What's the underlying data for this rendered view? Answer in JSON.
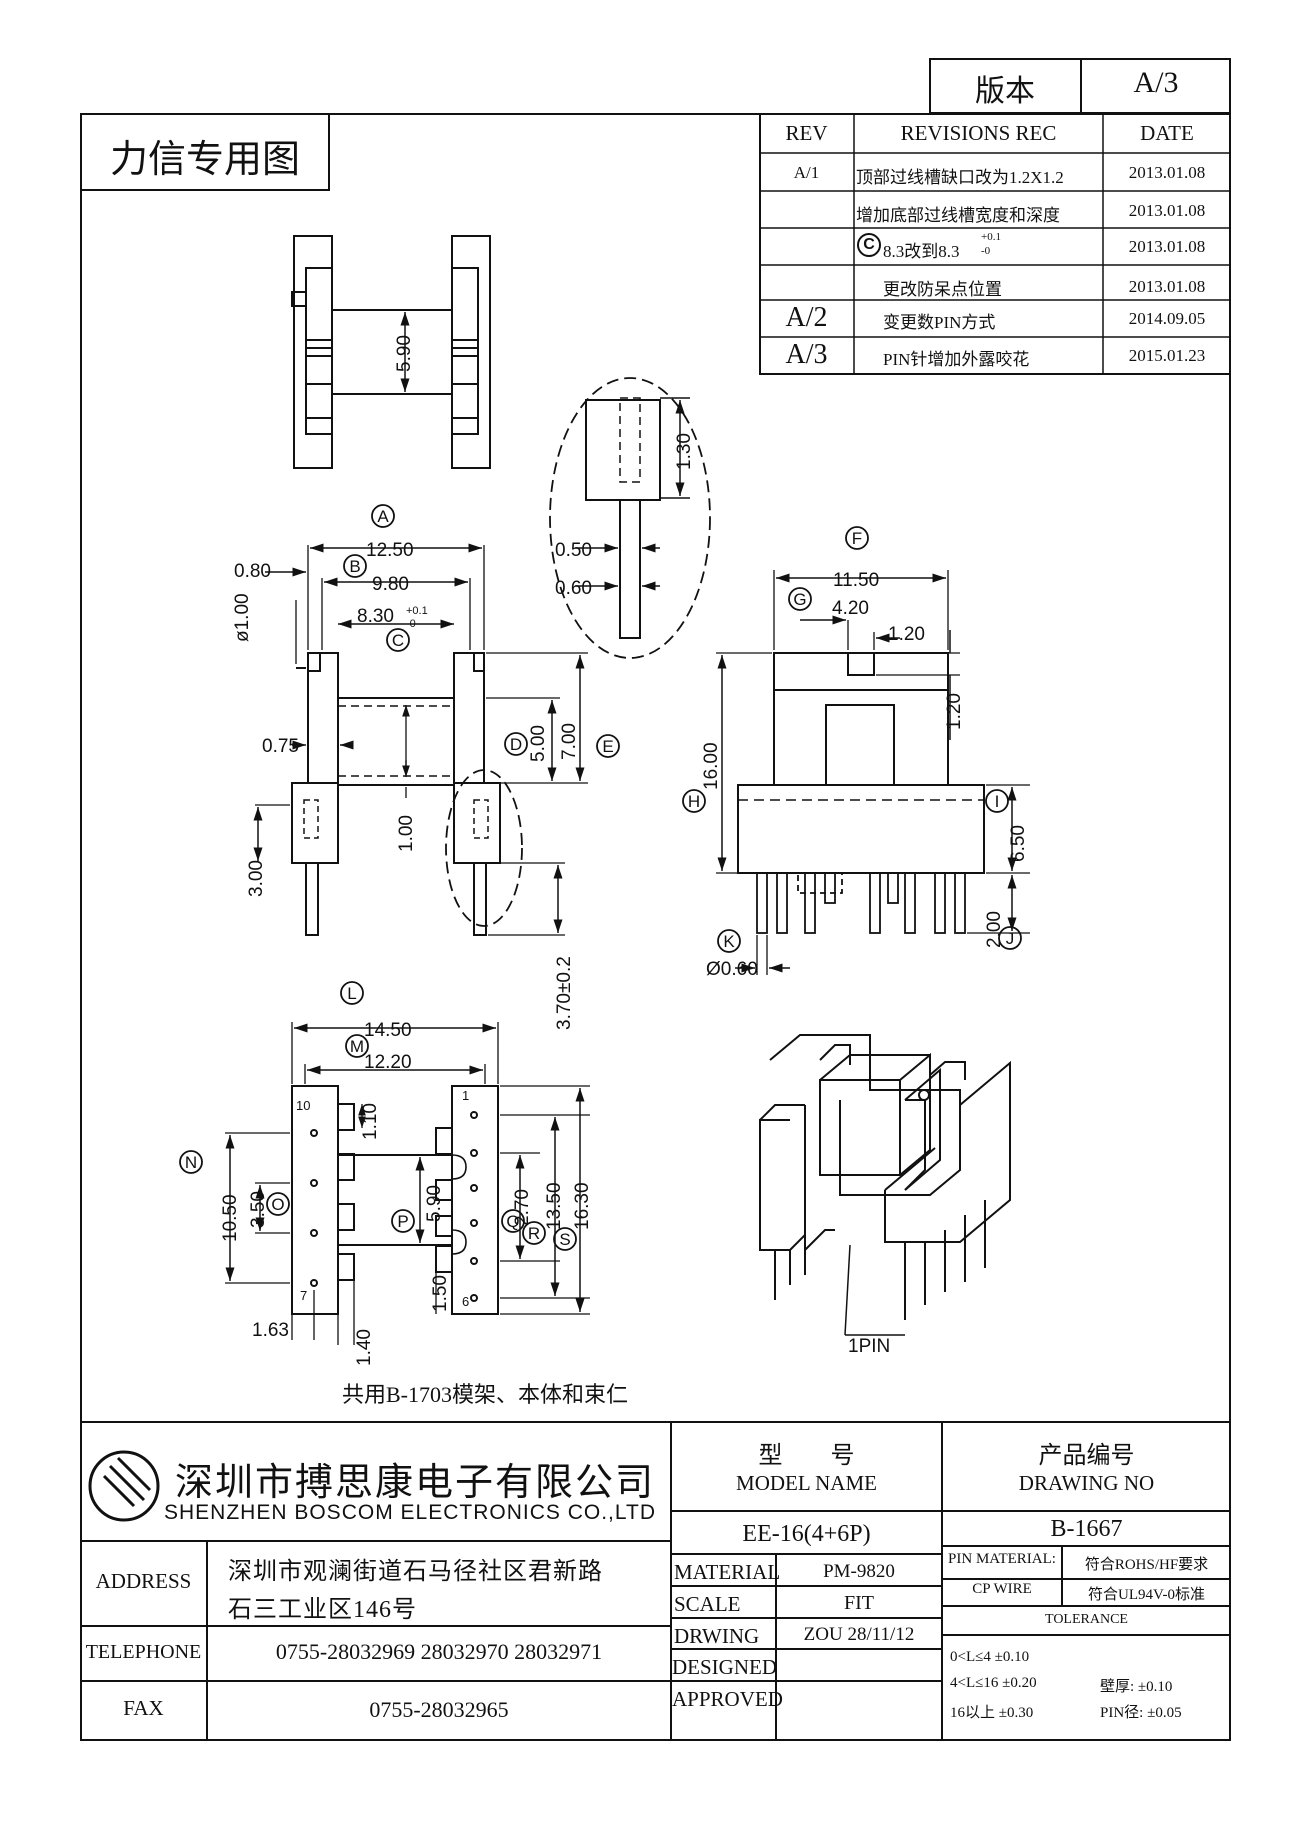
{
  "version_box": {
    "label": "版本",
    "value": "A/3"
  },
  "stamp": "力信专用图",
  "revisions": {
    "headers": {
      "rev": "REV",
      "rec": "REVISIONS REC",
      "date": "DATE"
    },
    "rows": [
      {
        "rev": "A/1",
        "rec": "顶部过线槽缺口改为1.2X1.2",
        "date": "2013.01.08"
      },
      {
        "rev": "",
        "rec": "增加底部过线槽宽度和深度",
        "date": "2013.01.08"
      },
      {
        "rev": "",
        "rec": "8.3改到8.3",
        "date": "2013.01.08"
      },
      {
        "rev": "",
        "rec": "更改防呆点位置",
        "date": "2013.01.08"
      },
      {
        "rev": "A/2",
        "rec": "变更数PIN方式",
        "date": "2014.09.05"
      },
      {
        "rev": "A/3",
        "rec": "PIN针增加外露咬花",
        "date": "2015.01.23"
      }
    ],
    "row3_circle": "C",
    "row3_tol_plus": "+0.1",
    "row3_tol_minus": "-0"
  },
  "drawing": {
    "dims": {
      "top_view_h": "5.90",
      "detail_h": "1.30",
      "detail_w1": "0.50",
      "detail_w2": "0.60",
      "overall_w": "12.50",
      "inner_w": "9.80",
      "slot_w": "8.30",
      "slot_tol_plus": "+0.1",
      "slot_tol_minus": "-0",
      "flange_t": "0.80",
      "pin_dia": "ø1.00",
      "wall_t": "0.75",
      "core_h": "5.00",
      "flange_h": "7.00",
      "base_t": "1.00",
      "pin_side": "3.00",
      "pin_len": "3.70±0.2",
      "front_w": "11.50",
      "notch_pitch": "4.20",
      "notch_w": "1.20",
      "notch_d": "1.20",
      "total_h": "16.00",
      "base_h": "6.50",
      "pin_ext": "2.00",
      "pin_d": "Ø0.60",
      "bottom_w": "14.50",
      "bottom_inner": "12.20",
      "pin_pitch_small": "1.10",
      "span_105": "10.50",
      "span_35": "3.50",
      "core_59": "5.90",
      "span_27": "2.70",
      "span_135": "13.50",
      "span_163": "16.30",
      "edge_15": "1.50",
      "edge_163": "1.63",
      "edge_14": "1.40"
    },
    "circle_labels": [
      "A",
      "B",
      "C",
      "D",
      "E",
      "F",
      "G",
      "H",
      "I",
      "J",
      "K",
      "L",
      "M",
      "N",
      "O",
      "P",
      "Q",
      "R",
      "S"
    ],
    "pin_numbers": {
      "p10": "10",
      "p7": "7",
      "p1": "1",
      "p6": "6"
    },
    "pin1_label": "1PIN",
    "shared_note": "共用B-1703模架、本体和束仁"
  },
  "title_block": {
    "company_cn": "深圳市搏思康电子有限公司",
    "company_en": "SHENZHEN BOSCOM ELECTRONICS CO.,LTD",
    "model_label_cn": "型　　号",
    "model_label_en": "MODEL NAME",
    "drawing_no_label_cn": "产品编号",
    "drawing_no_label_en": "DRAWING NO",
    "model_value": "EE-16(4+6P)",
    "drawing_no_value": "B-1667",
    "address_label": "ADDRESS",
    "address_line1": "深圳市观澜街道石马径社区君新路",
    "address_line2": "石三工业区146号",
    "telephone_label": "TELEPHONE",
    "telephone_value": "0755-28032969 28032970 28032971",
    "fax_label": "FAX",
    "fax_value": "0755-28032965",
    "material_label": "MATERIAL",
    "material_value": "PM-9820",
    "scale_label": "SCALE",
    "scale_value": "FIT",
    "drawing_label": "DRWING",
    "drawing_value": "ZOU 28/11/12",
    "designed_label": "DESIGNED",
    "approved_label": "APPROVED",
    "pin_material_label": "PIN MATERIAL:",
    "pin_material_value": "CP WIRE",
    "rohs_note": "符合ROHS/HF要求",
    "ul_note": "符合UL94V-0标准",
    "tolerance_label": "TOLERANCE",
    "tol_rows": [
      "0<L≤4  ±0.10",
      "4<L≤16  ±0.20",
      "16以上    ±0.30"
    ],
    "wall_tol": "壁厚:  ±0.10",
    "pin_tol": "PIN径: ±0.05"
  }
}
